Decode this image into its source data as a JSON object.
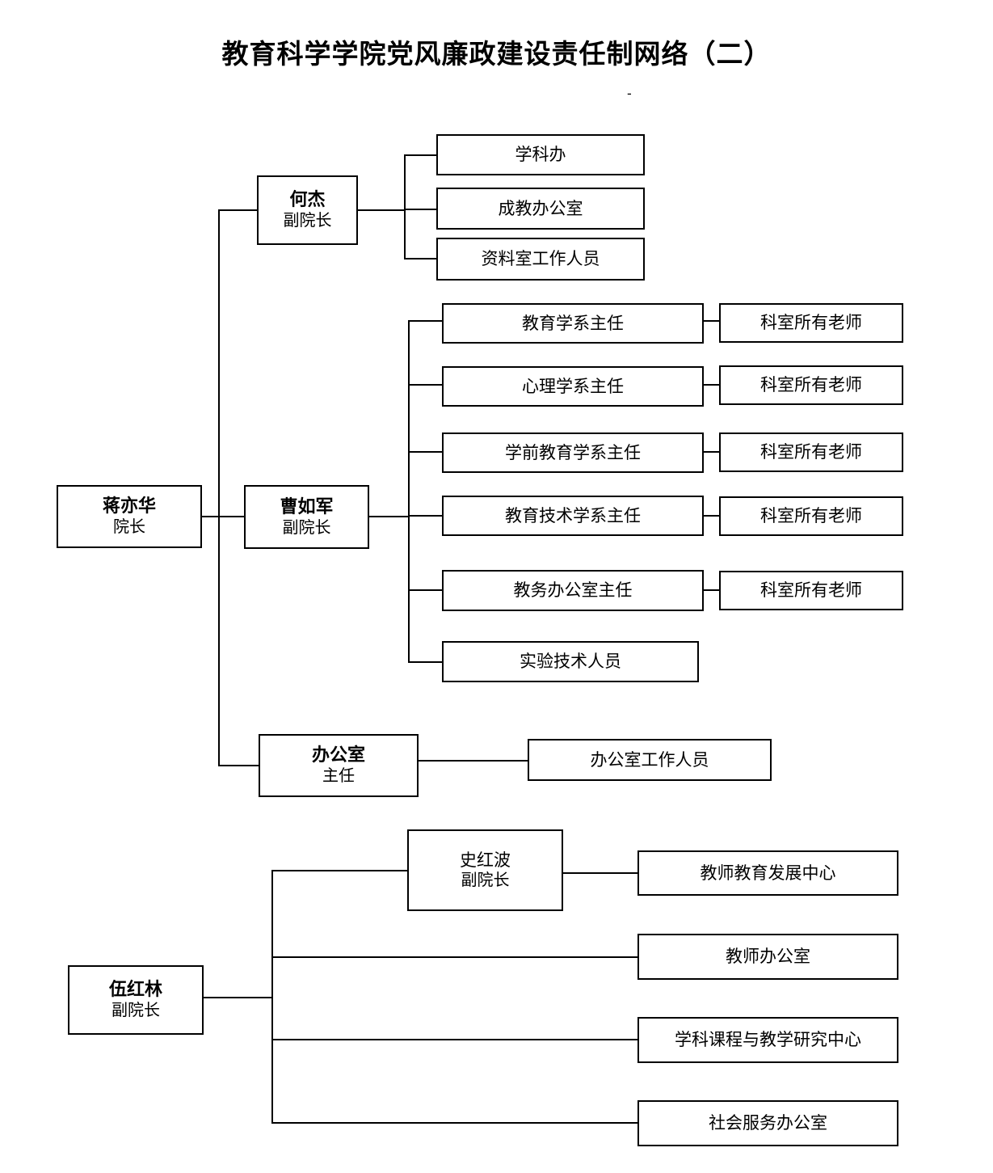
{
  "title": "教育科学学院党风廉政建设责任制网络（二）",
  "title_dash": "-",
  "chart_data": {
    "type": "diagram",
    "diagram_kind": "organization-chart",
    "title": "教育科学学院党风廉政建设责任制网络（二）",
    "nodes": {
      "root": {
        "name": "蒋亦华",
        "role": "院长"
      },
      "he_jie": {
        "name": "何杰",
        "role": "副院长"
      },
      "cao_rujun": {
        "name": "曹如军",
        "role": "副院长"
      },
      "office": {
        "name": "办公室",
        "role": "主任"
      },
      "wu_honglin": {
        "name": "伍红林",
        "role": "副院长"
      },
      "shi_hongbo": {
        "name": "史红波",
        "role": "副院长"
      }
    },
    "he_jie_children": [
      {
        "label": "学科办"
      },
      {
        "label": "成教办公室"
      },
      {
        "label": "资料室工作人员"
      }
    ],
    "cao_rujun_children": [
      {
        "label": "教育学系主任",
        "child": "科室所有老师"
      },
      {
        "label": "心理学系主任",
        "child": "科室所有老师"
      },
      {
        "label": "学前教育学系主任",
        "child": "科室所有老师"
      },
      {
        "label": "教育技术学系主任",
        "child": "科室所有老师"
      },
      {
        "label": "教务办公室主任",
        "child": "科室所有老师"
      },
      {
        "label": "实验技术人员",
        "child": null
      }
    ],
    "office_children": [
      {
        "label": "办公室工作人员"
      }
    ],
    "wu_honglin_children": [
      {
        "label": "教师教育发展中心",
        "via": "史红波 副院长"
      },
      {
        "label": "教师办公室",
        "via": null
      },
      {
        "label": "学科课程与教学研究中心",
        "via": null
      },
      {
        "label": "社会服务办公室",
        "via": null
      }
    ]
  },
  "top": {
    "he_jie": {
      "name": "何杰",
      "role": "副院长"
    },
    "boxes": [
      {
        "label": "学科办"
      },
      {
        "label": "成教办公室"
      },
      {
        "label": "资料室工作人员"
      }
    ]
  },
  "root": {
    "name": "蒋亦华",
    "role": "院长"
  },
  "middle": {
    "cao_rujun": {
      "name": "曹如军",
      "role": "副院长"
    },
    "rows": [
      {
        "label": "教育学系主任",
        "right": "科室所有老师"
      },
      {
        "label": "心理学系主任",
        "right": "科室所有老师"
      },
      {
        "label": "学前教育学系主任",
        "right": "科室所有老师"
      },
      {
        "label": "教育技术学系主任",
        "right": "科室所有老师"
      },
      {
        "label": "教务办公室主任",
        "right": "科室所有老师"
      },
      {
        "label": "实验技术人员",
        "right": ""
      }
    ]
  },
  "office_group": {
    "office": {
      "name": "办公室",
      "role": "主任"
    },
    "staff": {
      "label": "办公室工作人员"
    }
  },
  "bottom": {
    "wu_honglin": {
      "name": "伍红林",
      "role": "副院长"
    },
    "shi_hongbo": {
      "name": "史红波",
      "role": "副院长"
    },
    "boxes": [
      {
        "label": "教师教育发展中心"
      },
      {
        "label": "教师办公室"
      },
      {
        "label": "学科课程与教学研究中心"
      },
      {
        "label": "社会服务办公室"
      }
    ]
  },
  "colors": {
    "line": "#000000",
    "box_fill": "#ffffff",
    "text": "#000000"
  }
}
